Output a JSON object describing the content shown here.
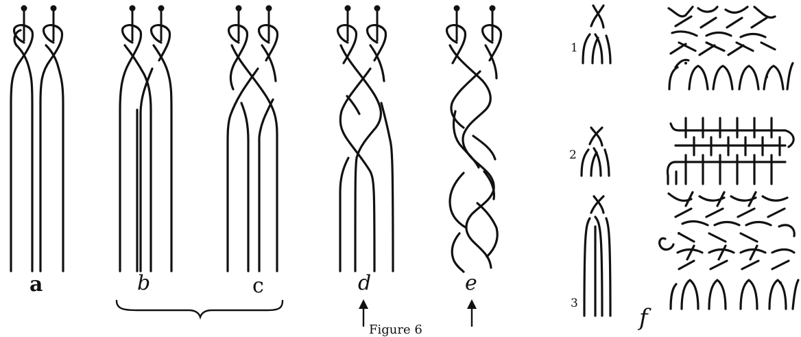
{
  "labels": {
    "a": "a",
    "b": "b",
    "c": "c",
    "d": "d",
    "e": "e",
    "f": "f",
    "n1": "1",
    "n2": "2",
    "n3": "3",
    "caption": "Figure 6"
  }
}
